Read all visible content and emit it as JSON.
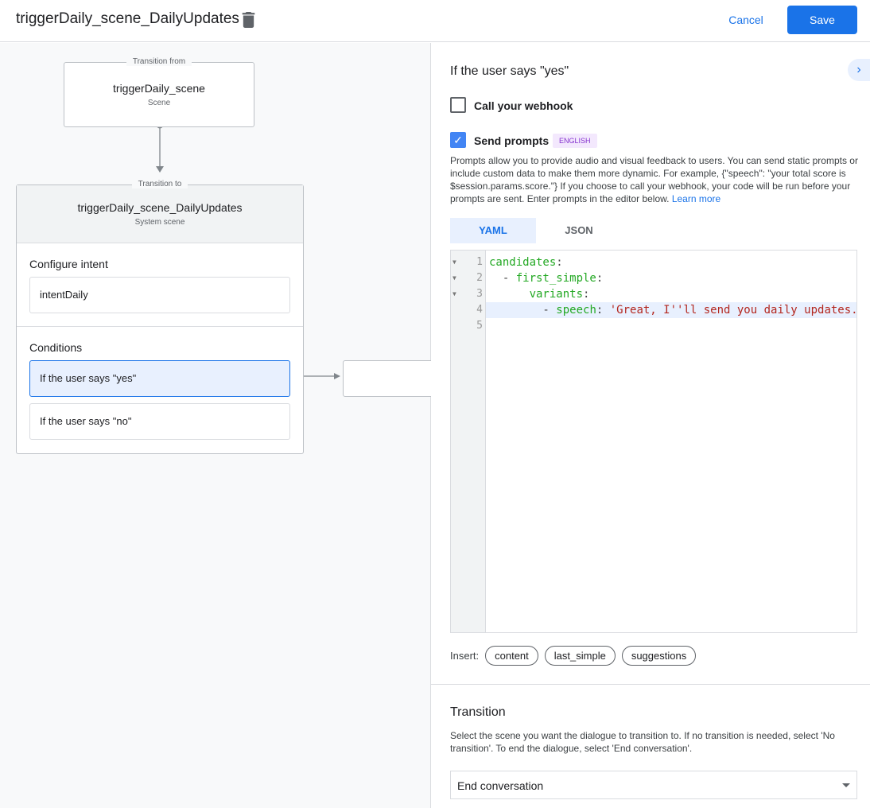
{
  "header": {
    "title": "triggerDaily_scene_DailyUpdates",
    "cancel": "Cancel",
    "save": "Save"
  },
  "canvas": {
    "from": {
      "legend": "Transition from",
      "name": "triggerDaily_scene",
      "type": "Scene"
    },
    "to": {
      "legend": "Transition to",
      "name": "triggerDaily_scene_DailyUpdates",
      "type": "System scene",
      "intent_heading": "Configure intent",
      "intent": "intentDaily",
      "conditions_heading": "Conditions",
      "conditions": [
        "If the user says \"yes\"",
        "If the user says \"no\""
      ]
    }
  },
  "panel": {
    "title": "If the user says \"yes\"",
    "webhook": {
      "label": "Call your webhook",
      "checked": false
    },
    "prompts": {
      "label": "Send prompts",
      "checked": true,
      "badge": "ENGLISH"
    },
    "description": "Prompts allow you to provide audio and visual feedback to users. You can send static prompts or include custom data to make them more dynamic. For example, {\"speech\": \"your total score is $session.params.score.\"} If you choose to call your webhook, your code will be run before your prompts are sent. Enter prompts in the editor below.",
    "learn_more": "Learn more",
    "tabs": [
      "YAML",
      "JSON"
    ],
    "active_tab": "YAML",
    "code_lines": [
      "candidates:",
      "  - first_simple:",
      "      variants:",
      "        - speech: 'Great, I''ll send you daily updates.",
      ""
    ],
    "insert": {
      "label": "Insert:",
      "chips": [
        "content",
        "last_simple",
        "suggestions"
      ]
    },
    "transition": {
      "heading": "Transition",
      "description": "Select the scene you want the dialogue to transition to. If no transition is needed, select 'No transition'. To end the dialogue, select 'End conversation'.",
      "value": "End conversation"
    }
  },
  "colors": {
    "accent": "#1a73e8",
    "selected": "#e8f0fe"
  }
}
